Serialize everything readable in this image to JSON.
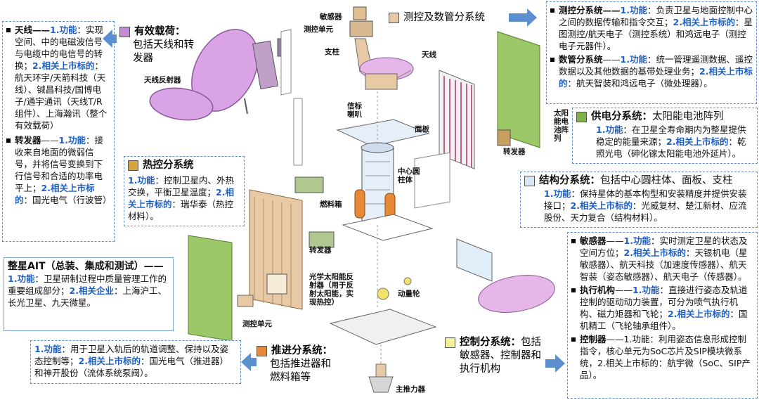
{
  "colors": {
    "box_border": "#5b8fd0",
    "highlight_blue": "#1f5fc4",
    "payload_purple": "#c58bd8",
    "ttc_tan": "#e8c9a6",
    "power_green": "#7fb04a",
    "thermal_gold": "#d6a43a",
    "structure_blue": "#d7e6f5",
    "propulsion_orange": "#e8893a",
    "control_yellow": "#f4ef9c"
  },
  "payload": {
    "title": "有效载荷：",
    "desc": "包括天线和转发器"
  },
  "antenna": {
    "name": "天线——",
    "f_label": "1.功能",
    "f_text": "：实现空间、中的电磁波信号与电缆中的电信号的转换；",
    "l_label": "2.相关上市标的",
    "l_text": "：航天环宇/天箭科技（天线）、铖昌科技/国博电子/通宇通讯（天线T/R组件）、上海瀚讯（整个有效载荷）"
  },
  "transponder": {
    "name": "转发器",
    "sep": "——",
    "f_label": "1.功能",
    "f_text": "：接收来自地面的微弱信号，并将信号变换到下行信号和合适的功率电平上；",
    "l_label": "2.相关上市标的",
    "l_text": "：国光电气（行波管）"
  },
  "thermal": {
    "title": "热控分系统",
    "f_label": "1.功能",
    "f_text": "：控制卫星内、外热交换，平衡卫星温度；",
    "l_label": "2.相关上市标的",
    "l_text": "：瑞华泰（热控材料）。"
  },
  "ait": {
    "title": "整星AIT（总装、集成和测试）——",
    "f_label": "1.功能",
    "f_text": "：卫星研制过程中质量管理工作的重要组成部分；",
    "l_label": "2.相关企业",
    "l_text": "：上海沪工、长光卫星、九天微星。"
  },
  "propulsion_box": {
    "f_label": "1.功能",
    "f_text": "：用于卫星入轨后的轨道调整、保持以及姿态控制等；",
    "l_label": "2.相关上市标的",
    "l_text": "：国光电气（推进器）和神开股份（流体系统泵阀）。"
  },
  "propulsion": {
    "title": "推进分系统：",
    "desc": "包括推进器和燃料箱等"
  },
  "control": {
    "title": "控制分系统：",
    "desc": "包括敏感器、控制器和执行机构"
  },
  "ttc": {
    "title": "测控及数管分系统"
  },
  "ttc_box": {
    "ttc_name": "测控分系统——",
    "ttc_f_label": "1.功能",
    "ttc_f_text": "：负责卫星与地面控制中心之间的数据传输和指令交互；",
    "ttc_l_label": "2.相关上市标的",
    "ttc_l_text": "：星图测控/航天电子（测控系统）和鸿远电子（测控电子元器件）。",
    "dm_name": "数管分系统",
    "dm_sep": "——",
    "dm_f_label": "1.功能",
    "dm_f_text": "：统一管理遥测数据、遥控数据以及其他数据的基带处理业务；",
    "dm_l_label": "2.相关上市标的",
    "dm_l_text": "：航天智装和鸿远电子（微处理器）。"
  },
  "power": {
    "title": "供电分系统：",
    "title_rest": "太阳能电池阵列",
    "f_label": "1.功能",
    "f_text": "：在卫星全寿命期内为整星提供稳定的能量来源；",
    "l_label": "2.相关上市标的",
    "l_text": "：乾照光电（砷化镓太阳能电池外延片）。"
  },
  "structure": {
    "title": "结构分系统：",
    "title_rest": "包括中心圆柱体、面板、支柱",
    "f_label": "1.功能",
    "f_text": "：保持星体的基本构型和安装精度并提供安装接口；",
    "l_label": "2.相关上市标的",
    "l_text": "：光威复材、楚江新材、应流股份、天力复合（结构材料）。"
  },
  "control_box": {
    "sensor_name": "敏感器",
    "sensor_sep": "——",
    "sensor_f_label": "1.功能",
    "sensor_f_text": "：实时测定卫星的状态及空间方位；",
    "sensor_l_label": "2.相关上市标的",
    "sensor_l_text": "：天银机电（星敏感器）、航天科技（加速度传感器）、航天智装（姿态敏感器）、航天电子（传感器）。",
    "actuator_name": "执行机构",
    "actuator_sep": "——",
    "actuator_f_label": "1.功能",
    "actuator_f_text": "：直接进行姿态及轨道控制的驱动动力装置，可分为喷气执行机构、磁力矩器和飞轮；",
    "actuator_l_label": "2.相关上市标的",
    "actuator_l_text": "：国机精工（飞轮轴承组件）。",
    "controller_name": "控制器",
    "controller_text": "——1.功能：利用姿态信息形成控制指令，核心单元为SoC芯片及SIP模块微系统，2.相关上市标的：航宇微（SoC、SIP产品）。"
  },
  "labels": {
    "sensor": "敏感器",
    "ttc_unit": "测控单元",
    "pillar": "支柱",
    "antenna": "天线",
    "antenna_reflector": "天线反射器",
    "beacon_horn": "信标\n喇叭",
    "panel": "面板",
    "solar_array": "太阳\n能电\n池阵\n列",
    "transponder_right": "转发器",
    "center_cylinder": "中心圆\n柱体",
    "fuel_tank": "燃料箱",
    "transponder_left": "转发器",
    "optical_reflector": "光学太阳能反\n射器（用于反\n射太阳能，实\n现热控）",
    "momentum_wheel": "动量轮",
    "ttc_unit_bottom": "测控单元",
    "main_thruster": "主推力器"
  }
}
